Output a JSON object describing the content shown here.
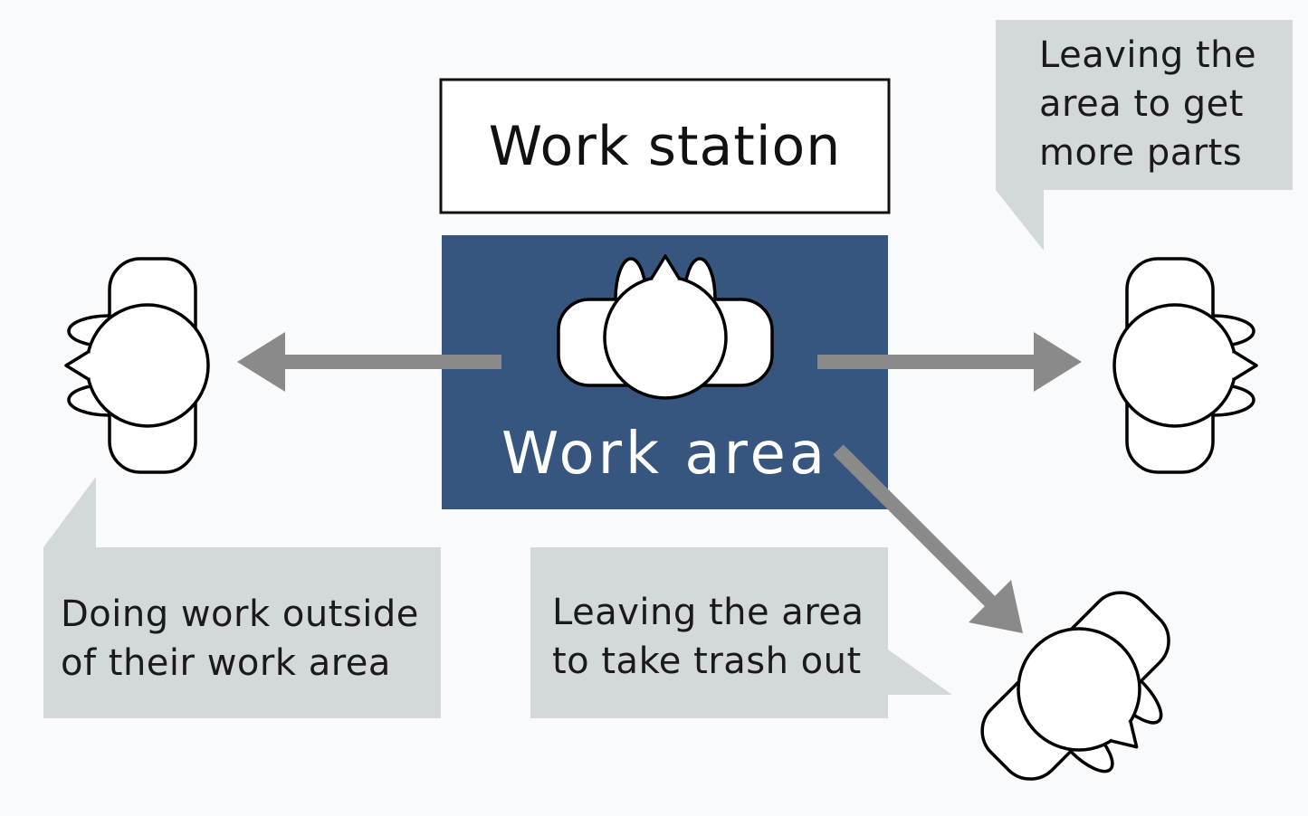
{
  "workstation": {
    "label": "Work station"
  },
  "work_area": {
    "label": "Work area"
  },
  "callouts": {
    "parts": "Leaving the\narea to get\nmore parts",
    "outside": "Doing work outside\nof their work area",
    "trash": "Leaving the area\nto take trash out"
  },
  "colors": {
    "work_area_fill": "#37567f",
    "callout_fill": "#d3d8db",
    "arrow": "#8a8a8a",
    "background": "#f9fafc"
  }
}
